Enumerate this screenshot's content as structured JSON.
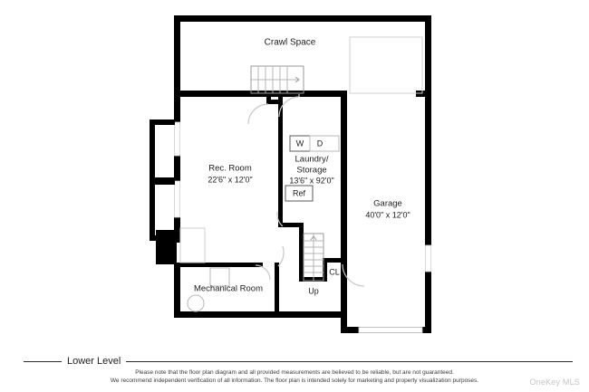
{
  "plan": {
    "level_label": "Lower Level",
    "watermark": "OneKey MLS",
    "rooms": [
      {
        "key": "crawl_space",
        "name": "Crawl Space",
        "dimensions": ""
      },
      {
        "key": "rec_room",
        "name": "Rec. Room",
        "dimensions": "22'6\" x 12'0\""
      },
      {
        "key": "laundry_storage",
        "name_line1": "Laundry/",
        "name_line2": "Storage",
        "dimensions": "13'6\" x 92'0\""
      },
      {
        "key": "garage",
        "name": "Garage",
        "dimensions": "40'0\" x 12'0\""
      },
      {
        "key": "mechanical_room",
        "name": "Mechanical Room",
        "dimensions": ""
      }
    ],
    "labels": {
      "crawl_space": "Crawl Space",
      "rec_room_name": "Rec. Room",
      "rec_room_dims": "22'6\" x 12'0\"",
      "laundry_line1": "Laundry/",
      "laundry_line2": "Storage",
      "laundry_dims": "13'6\" x 92'0\"",
      "garage_name": "Garage",
      "garage_dims": "40'0\" x 12'0\"",
      "mechanical_room": "Mechanical Room",
      "washer": "W",
      "dryer": "D",
      "refrigerator": "Ref",
      "closet": "CL",
      "stair_up": "Up"
    }
  },
  "footer": {
    "level": "Lower Level",
    "disclaimer_line1": "Please note that the floor plan diagram and all provided measurements are believed to be reliable, but are not guaranteed.",
    "disclaimer_line2": "We recommend independent verification of all information. The floor plan is intended solely for marketing and property visualization purposes.",
    "watermark": "OneKey MLS"
  },
  "colors": {
    "wall": "#000000",
    "background": "#ffffff",
    "text": "#1d1d1d",
    "light_line": "#c8c8c8",
    "watermark": "#c6c6c6"
  }
}
